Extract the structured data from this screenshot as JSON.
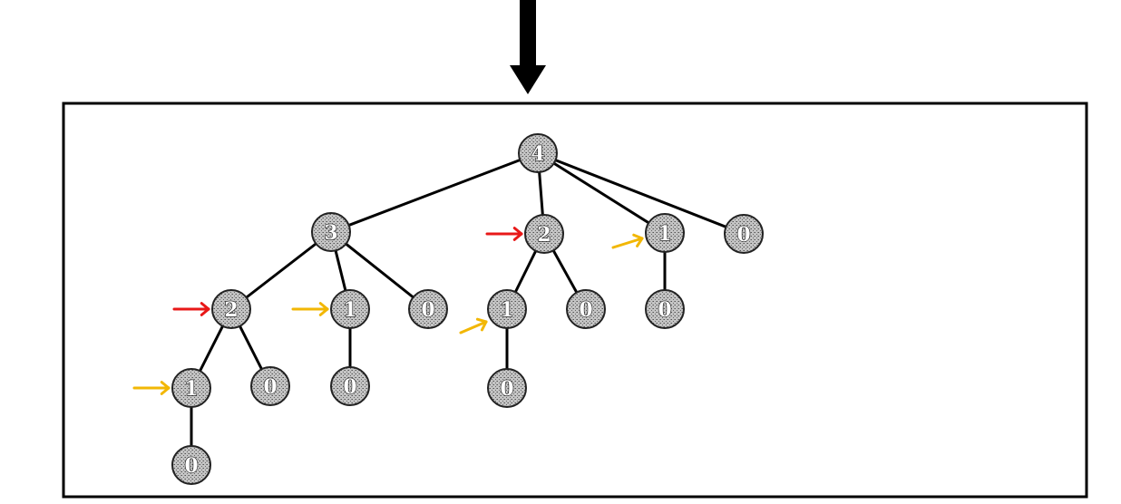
{
  "diagram": {
    "kind": "tree",
    "colors": {
      "frame": "#000000",
      "edge": "#000000",
      "node_fill": "#b8b8b8",
      "node_stroke": "#222222",
      "arrow_red": "#e81818",
      "arrow_yellow": "#f2b705",
      "down_arrow": "#000000"
    },
    "nodes": [
      {
        "id": "n0",
        "label": "4",
        "parent": null,
        "marker": null
      },
      {
        "id": "n1",
        "label": "3",
        "parent": "n0",
        "marker": null
      },
      {
        "id": "n2",
        "label": "2",
        "parent": "n0",
        "marker": "red"
      },
      {
        "id": "n3",
        "label": "1",
        "parent": "n0",
        "marker": "yellow"
      },
      {
        "id": "n4",
        "label": "0",
        "parent": "n0",
        "marker": null
      },
      {
        "id": "n5",
        "label": "2",
        "parent": "n1",
        "marker": "red"
      },
      {
        "id": "n6",
        "label": "1",
        "parent": "n1",
        "marker": "yellow"
      },
      {
        "id": "n7",
        "label": "0",
        "parent": "n1",
        "marker": null
      },
      {
        "id": "n8",
        "label": "1",
        "parent": "n2",
        "marker": "yellow"
      },
      {
        "id": "n9",
        "label": "0",
        "parent": "n2",
        "marker": null
      },
      {
        "id": "n10",
        "label": "0",
        "parent": "n3",
        "marker": null
      },
      {
        "id": "n11",
        "label": "1",
        "parent": "n5",
        "marker": "yellow"
      },
      {
        "id": "n12",
        "label": "0",
        "parent": "n5",
        "marker": null
      },
      {
        "id": "n13",
        "label": "0",
        "parent": "n6",
        "marker": null
      },
      {
        "id": "n14",
        "label": "0",
        "parent": "n8",
        "marker": null
      },
      {
        "id": "n15",
        "label": "0",
        "parent": "n11",
        "marker": null
      }
    ]
  }
}
